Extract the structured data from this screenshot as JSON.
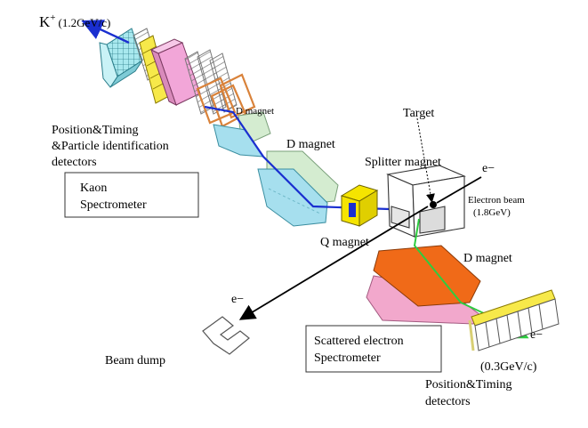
{
  "labels": {
    "kaon_particle": "K",
    "kaon_sup": "+",
    "kaon_momentum": "(1.2GeV/c)",
    "d_magnet_small": "D magnet",
    "pos_timing_line1": "Position&Timing",
    "pos_timing_line2": "&Particle identification",
    "pos_timing_line3": "detectors",
    "d_magnet_kaon": "D magnet",
    "target": "Target",
    "splitter_magnet": "Splitter magnet",
    "electron_in": "e−",
    "electron_beam_line1": "Electron beam",
    "electron_beam_line2": "(1.8GeV)",
    "kaon_spectrometer_line1": "Kaon",
    "kaon_spectrometer_line2": "Spectrometer",
    "q_magnet": "Q magnet",
    "d_magnet_electron": "D magnet",
    "electron_dump": "e−",
    "beam_dump": "Beam dump",
    "scattered_line1": "Scattered electron",
    "scattered_line2": "Spectrometer",
    "electron_out": "e−",
    "electron_momentum": "(0.3GeV/c)",
    "detectors_line1": "Position&Timing",
    "detectors_line2": "detectors"
  },
  "colors": {
    "hodoscope_cyan": "#a8e8ee",
    "timing_yellow": "#f7e94a",
    "rich_pink": "#f2a6d8",
    "d_magnet_green": "#d4ecd0",
    "d_magnet_cyan": "#a6dfee",
    "q_magnet_yellow": "#f5e400",
    "beam_blue": "#1a2fd0",
    "wire_orange": "#d9823a",
    "e_magnet_orange": "#f06a18",
    "e_magnet_pink": "#f2a8cc",
    "scattered_green": "#2ecc40",
    "detector_gold": "#d8cf74"
  }
}
